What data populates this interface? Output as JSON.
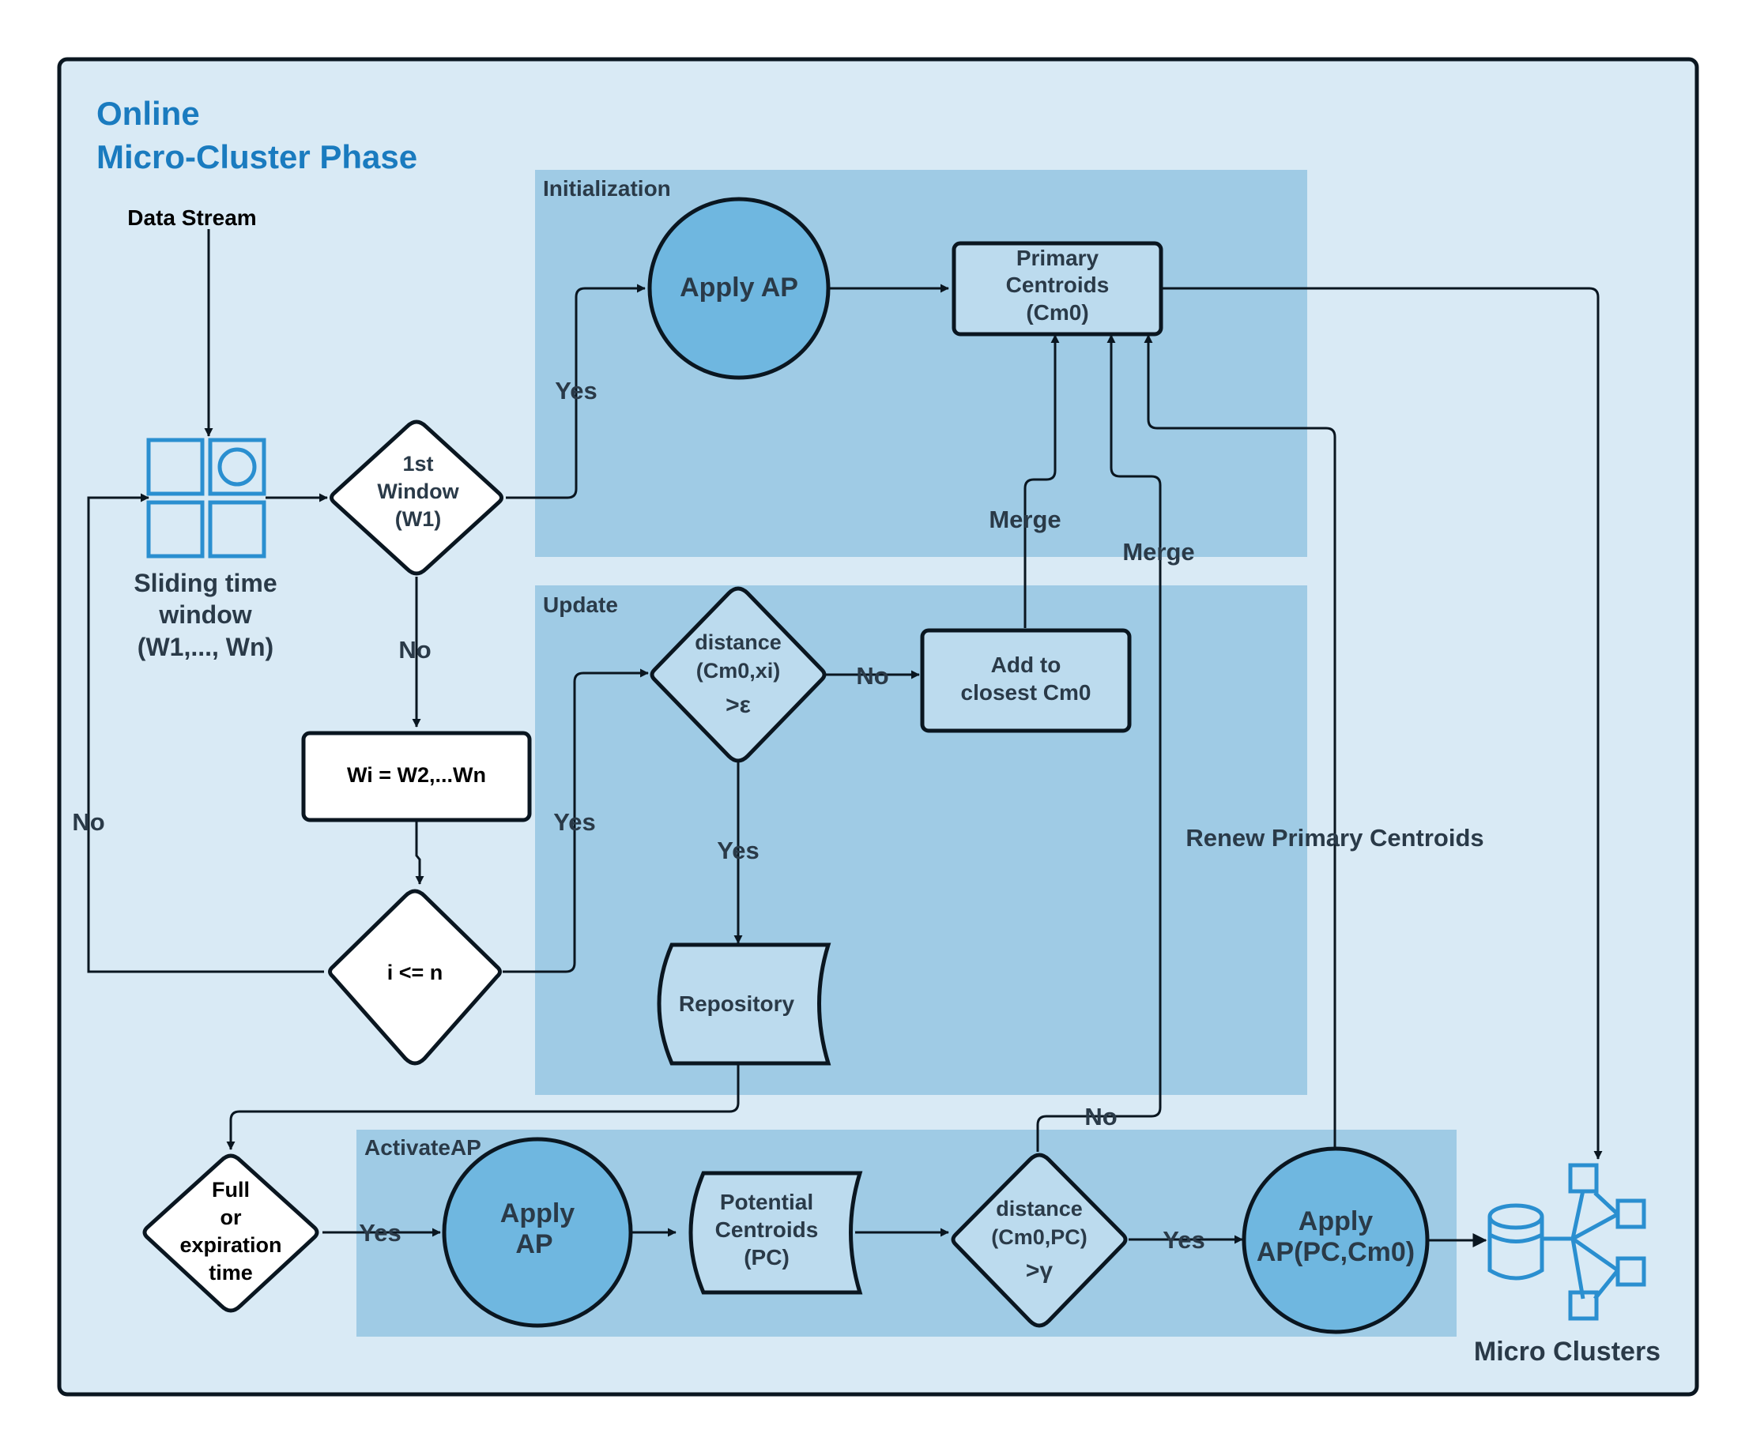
{
  "title": {
    "line1": "Online",
    "line2": "Micro-Cluster Phase"
  },
  "colors": {
    "background_panel": "#d9eaf5",
    "group_region": "#9fcbe5",
    "circle_fill": "#6fb7e0",
    "light_fill": "#bcdbee",
    "icon_blue": "#2a8fd0",
    "title_blue": "#1a7bbf",
    "border": "#0a1620"
  },
  "groups": {
    "initialization": "Initialization",
    "update": "Update",
    "activate": "ActivateAP"
  },
  "nodes": {
    "data_stream": "Data Stream",
    "sliding_window": [
      "Sliding time",
      "window",
      "(W1,..., Wn)"
    ],
    "first_window": [
      "1st",
      "Window",
      "(W1)"
    ],
    "wi": "Wi = W2,...Wn",
    "i_le_n": "i <= n",
    "apply_ap_init": "Apply AP",
    "primary_centroids": [
      "Primary",
      "Centroids",
      "(Cm0)"
    ],
    "distance_update": [
      "distance",
      "(Cm0,xi)",
      ">ε"
    ],
    "add_closest": [
      "Add to",
      "closest Cm0"
    ],
    "repository": "Repository",
    "full_or_expiration": [
      "Full",
      "or",
      "expiration",
      "time"
    ],
    "apply_ap_activate": [
      "Apply",
      "AP"
    ],
    "potential_centroids": [
      "Potential",
      "Centroids",
      "(PC)"
    ],
    "distance_activate": [
      "distance",
      "(Cm0,PC)",
      ">γ"
    ],
    "apply_ap_pc": [
      "Apply",
      "AP(PC,Cm0)"
    ],
    "micro_clusters": "Micro Clusters"
  },
  "edge_labels": {
    "yes_first_window": "Yes",
    "no_first_window": "No",
    "no_loop": "No",
    "yes_i_le_n": "Yes",
    "no_distance_update": "No",
    "yes_distance_update": "Yes",
    "merge_add": "Merge",
    "merge_no": "Merge",
    "renew": "Renew Primary Centroids",
    "yes_full": "Yes",
    "yes_distance_activate": "Yes",
    "no_distance_activate": "No"
  },
  "icons": {
    "sliding_window": "sliding-window-grid-icon",
    "micro_clusters": "micro-clusters-network-icon"
  }
}
